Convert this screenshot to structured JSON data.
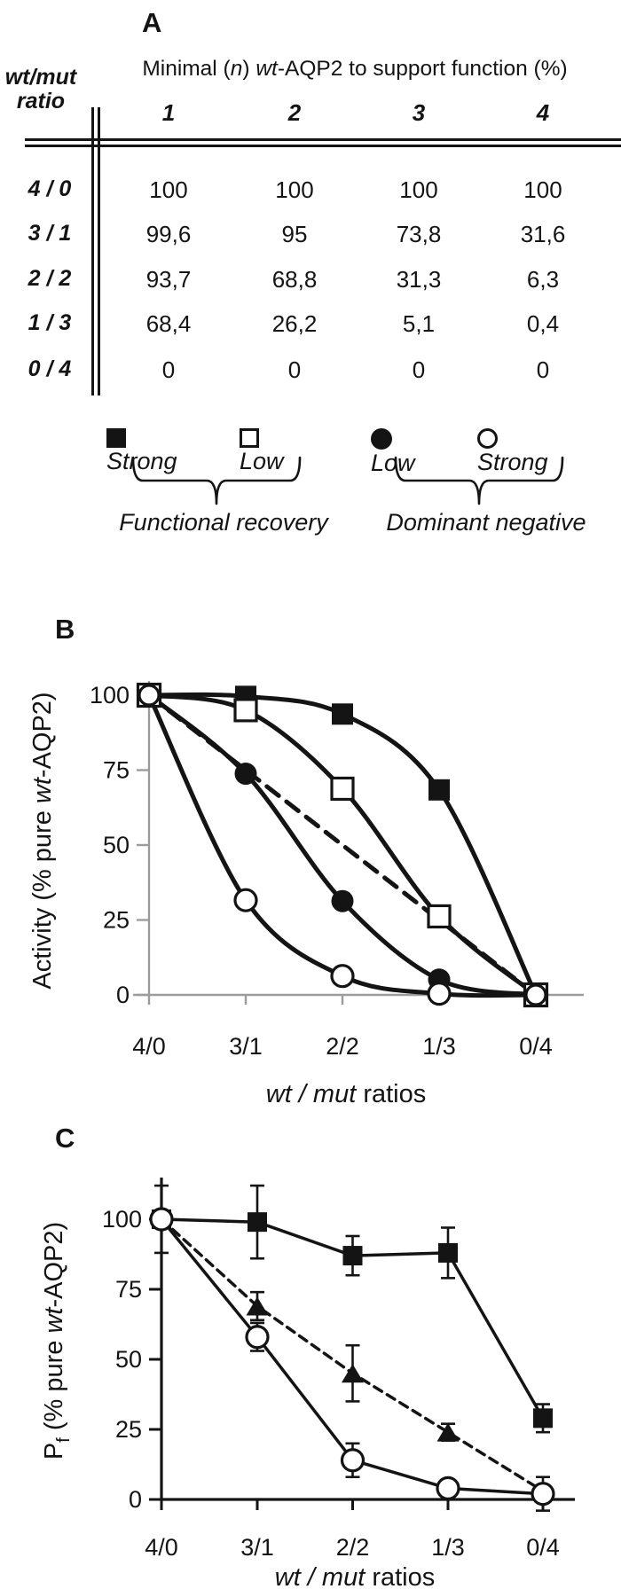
{
  "figure": {
    "background": "#ffffff",
    "ink": "#141414",
    "axis_gray_b": "#9c9c9c"
  },
  "panel_a": {
    "label": "A",
    "title_segments": [
      {
        "t": "Minimal ("
      },
      {
        "t": "n",
        "i": true
      },
      {
        "t": ") "
      },
      {
        "t": "wt",
        "i": true
      },
      {
        "t": "-AQP2 to support function (%)"
      }
    ],
    "row_header_line1": "wt/mut",
    "row_header_line2": "ratio",
    "col_headers": [
      "1",
      "2",
      "3",
      "4"
    ],
    "rows": [
      {
        "label": "4 / 0",
        "values": [
          "100",
          "100",
          "100",
          "100"
        ]
      },
      {
        "label": "3 / 1",
        "values": [
          "99,6",
          "95",
          "73,8",
          "31,6"
        ]
      },
      {
        "label": "2 / 2",
        "values": [
          "93,7",
          "68,8",
          "31,3",
          "6,3"
        ]
      },
      {
        "label": "1 / 3",
        "values": [
          "68,4",
          "26,2",
          "5,1",
          "0,4"
        ]
      },
      {
        "label": "0 / 4",
        "values": [
          "0",
          "0",
          "0",
          "0"
        ]
      }
    ],
    "legend": [
      {
        "marker": "filled-square",
        "label": "Strong"
      },
      {
        "marker": "open-square",
        "label": "Low"
      },
      {
        "marker": "filled-circle",
        "label": "Low"
      },
      {
        "marker": "open-circle",
        "label": "Strong"
      }
    ],
    "group_captions": [
      "Functional recovery",
      "Dominant negative"
    ]
  },
  "chart_data": [
    {
      "panel": "B",
      "type": "line",
      "categories": [
        "4/0",
        "3/1",
        "2/2",
        "1/3",
        "0/4"
      ],
      "xlabel_segments": [
        {
          "t": "wt / mut",
          "i": true
        },
        {
          "t": " ratios"
        }
      ],
      "ylabel_segments": [
        {
          "t": "Activity  (% pure "
        },
        {
          "t": "wt",
          "i": true
        },
        {
          "t": "-AQP2)"
        }
      ],
      "yticks": [
        0,
        25,
        50,
        75,
        100
      ],
      "ylim": [
        0,
        100
      ],
      "grid": false,
      "series": [
        {
          "name": "strong-functional-recovery-n1",
          "marker": "filled-square",
          "line": "solid-smooth",
          "values": [
            100,
            99.6,
            93.7,
            68.4,
            0
          ]
        },
        {
          "name": "low-functional-recovery-n2",
          "marker": "open-square",
          "line": "solid-smooth",
          "values": [
            100,
            95,
            68.8,
            26.2,
            0
          ]
        },
        {
          "name": "low-dominant-negative-n3",
          "marker": "filled-circle",
          "line": "solid-smooth",
          "values": [
            100,
            73.8,
            31.3,
            5.1,
            0
          ]
        },
        {
          "name": "strong-dominant-negative-n4",
          "marker": "open-circle",
          "line": "solid-smooth",
          "values": [
            100,
            31.6,
            6.3,
            0.4,
            0
          ]
        },
        {
          "name": "linear-reference-dashed",
          "marker": "none",
          "line": "dashed",
          "values": [
            100,
            75,
            50,
            25,
            0
          ]
        }
      ]
    },
    {
      "panel": "C",
      "type": "line",
      "categories": [
        "4/0",
        "3/1",
        "2/2",
        "1/3",
        "0/4"
      ],
      "xlabel_segments": [
        {
          "t": "wt / mut",
          "i": true
        },
        {
          "t": " ratios"
        }
      ],
      "ylabel_segments": [
        {
          "t": "P"
        },
        {
          "t": "f",
          "sub": true
        },
        {
          "t": "  (% pure "
        },
        {
          "t": "wt",
          "i": true
        },
        {
          "t": "-AQP2)"
        }
      ],
      "yticks": [
        0,
        25,
        50,
        75,
        100
      ],
      "ylim": [
        0,
        100
      ],
      "grid": false,
      "series": [
        {
          "name": "filled-square-series",
          "marker": "filled-square",
          "line": "solid",
          "values": [
            100,
            99,
            87,
            88,
            29
          ],
          "errors": [
            12,
            13,
            7,
            9,
            5
          ],
          "marker_indices": [
            1,
            2,
            3,
            4
          ]
        },
        {
          "name": "filled-triangle-dashed-series",
          "marker": "filled-triangle",
          "line": "dashed",
          "values": [
            100,
            69,
            45,
            24,
            3
          ],
          "errors": [
            0,
            5,
            10,
            3,
            0
          ],
          "marker_indices": [
            1,
            2,
            3
          ]
        },
        {
          "name": "open-circle-series",
          "marker": "open-circle",
          "line": "solid",
          "values": [
            100,
            58,
            14,
            4,
            2
          ],
          "errors": [
            0,
            5,
            6,
            3,
            6
          ],
          "marker_indices": [
            1,
            2,
            3,
            4
          ]
        }
      ]
    }
  ]
}
